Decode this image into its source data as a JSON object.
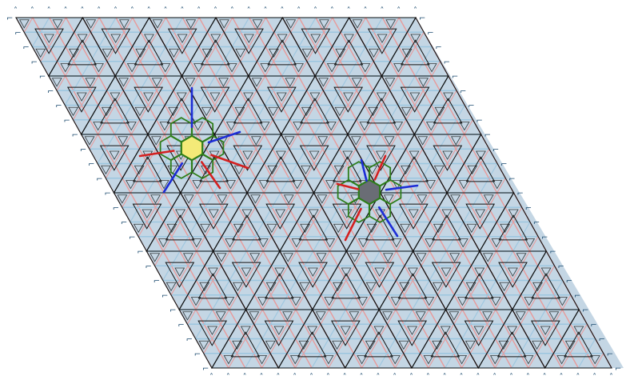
{
  "figure": {
    "kind": "rhombic triangular tiling with nested Sierpinski-like triangles",
    "colors": {
      "background": "#ffffff",
      "fill_light_blue": "#c4d6e4",
      "edge_red": "#e89a9a",
      "edge_blue": "#9cc6df",
      "triangle_outline": "#111111",
      "highlight_yellow": "#f4ea78",
      "highlight_gray": "#6a6d75",
      "hex_outline": "#2e7d1a",
      "arrow_red": "#d42020",
      "arrow_blue": "#1d2dd6"
    },
    "regions": {
      "count": 2,
      "items": [
        {
          "label": "",
          "center_color": "yellow"
        },
        {
          "label": "",
          "center_color": "gray"
        }
      ]
    },
    "glyphs": {
      "border_tick": "˄",
      "left_tick": "⌐"
    }
  }
}
